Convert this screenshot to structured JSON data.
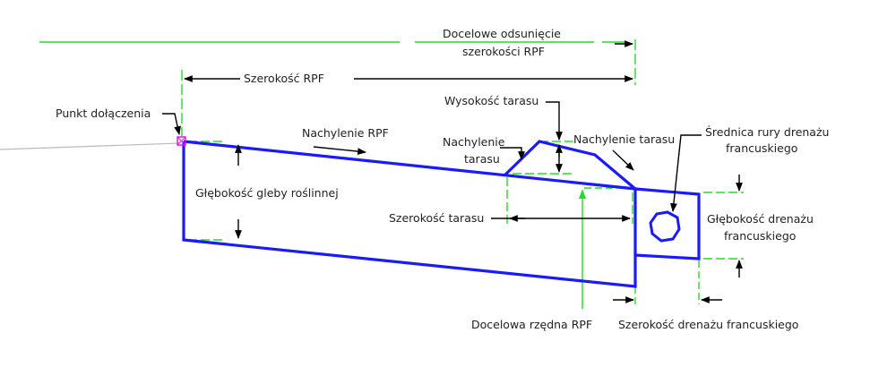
{
  "colors": {
    "structure": "#1a1aff",
    "dimension": "#22dd22",
    "arrow": "#000000",
    "ground": "#bbbbbb",
    "attach": "#ff00ff",
    "background": "#ffffff"
  },
  "labels": {
    "target_offset_line1": "Docelowe odsunięcie",
    "target_offset_line2": "szerokości RPF",
    "rpf_width": "Szerokość RPF",
    "attachment_point": "Punkt dołączenia",
    "rpf_slope": "Nachylenie RPF",
    "bench_height": "Wysokość tarasu",
    "bench_slope_left_line1": "Nachylenie",
    "bench_slope_left_line2": "tarasu",
    "bench_slope_right": "Nachylenie tarasu",
    "pipe_diameter_line1": "Średnica rury drenażu",
    "pipe_diameter_line2": "francuskiego",
    "topsoil_depth": "Głębokość gleby roślinnej",
    "bench_width": "Szerokość tarasu",
    "drain_depth_line1": "Głębokość drenażu",
    "drain_depth_line2": "francuskiego",
    "target_elevation": "Docelowa rzędna RPF",
    "drain_width": "Szerokość drenażu francuskiego"
  }
}
